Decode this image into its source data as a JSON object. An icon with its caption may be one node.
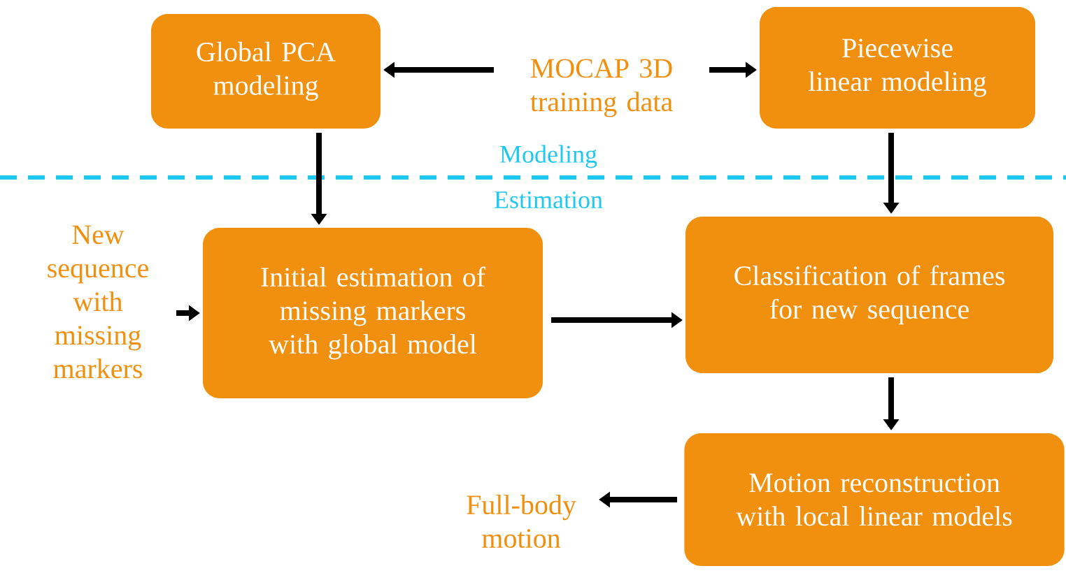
{
  "diagram": {
    "nodes": [
      {
        "text": [
          "Global PCA modeling"
        ]
      },
      {
        "text": [
          "MOCAP 3D training data"
        ]
      },
      {
        "text": [
          "Piecewise linear modeling"
        ]
      },
      {
        "text": [
          "New sequence with missing markers"
        ]
      },
      {
        "text": [
          "Initial estimation of missing markers with global model"
        ]
      },
      {
        "text": [
          "Classification of frames for new sequence"
        ]
      },
      {
        "text": [
          "Motion reconstruction with local linear models"
        ]
      },
      {
        "text": [
          "Full-body motion"
        ]
      }
    ],
    "edges": [
      {
        "from": 1,
        "to": 0,
        "arrow": "to"
      },
      {
        "from": 1,
        "to": 2,
        "arrow": "to"
      },
      {
        "from": 0,
        "to": 4,
        "arrow": "to"
      },
      {
        "from": 2,
        "to": 5,
        "arrow": "to"
      },
      {
        "from": 3,
        "to": 4,
        "arrow": "to"
      },
      {
        "from": 4,
        "to": 5,
        "arrow": "to"
      },
      {
        "from": 5,
        "to": 6,
        "arrow": "to"
      },
      {
        "from": 6,
        "to": 7,
        "arrow": "to"
      }
    ],
    "labels": [
      "Modeling",
      "Estimation"
    ]
  }
}
